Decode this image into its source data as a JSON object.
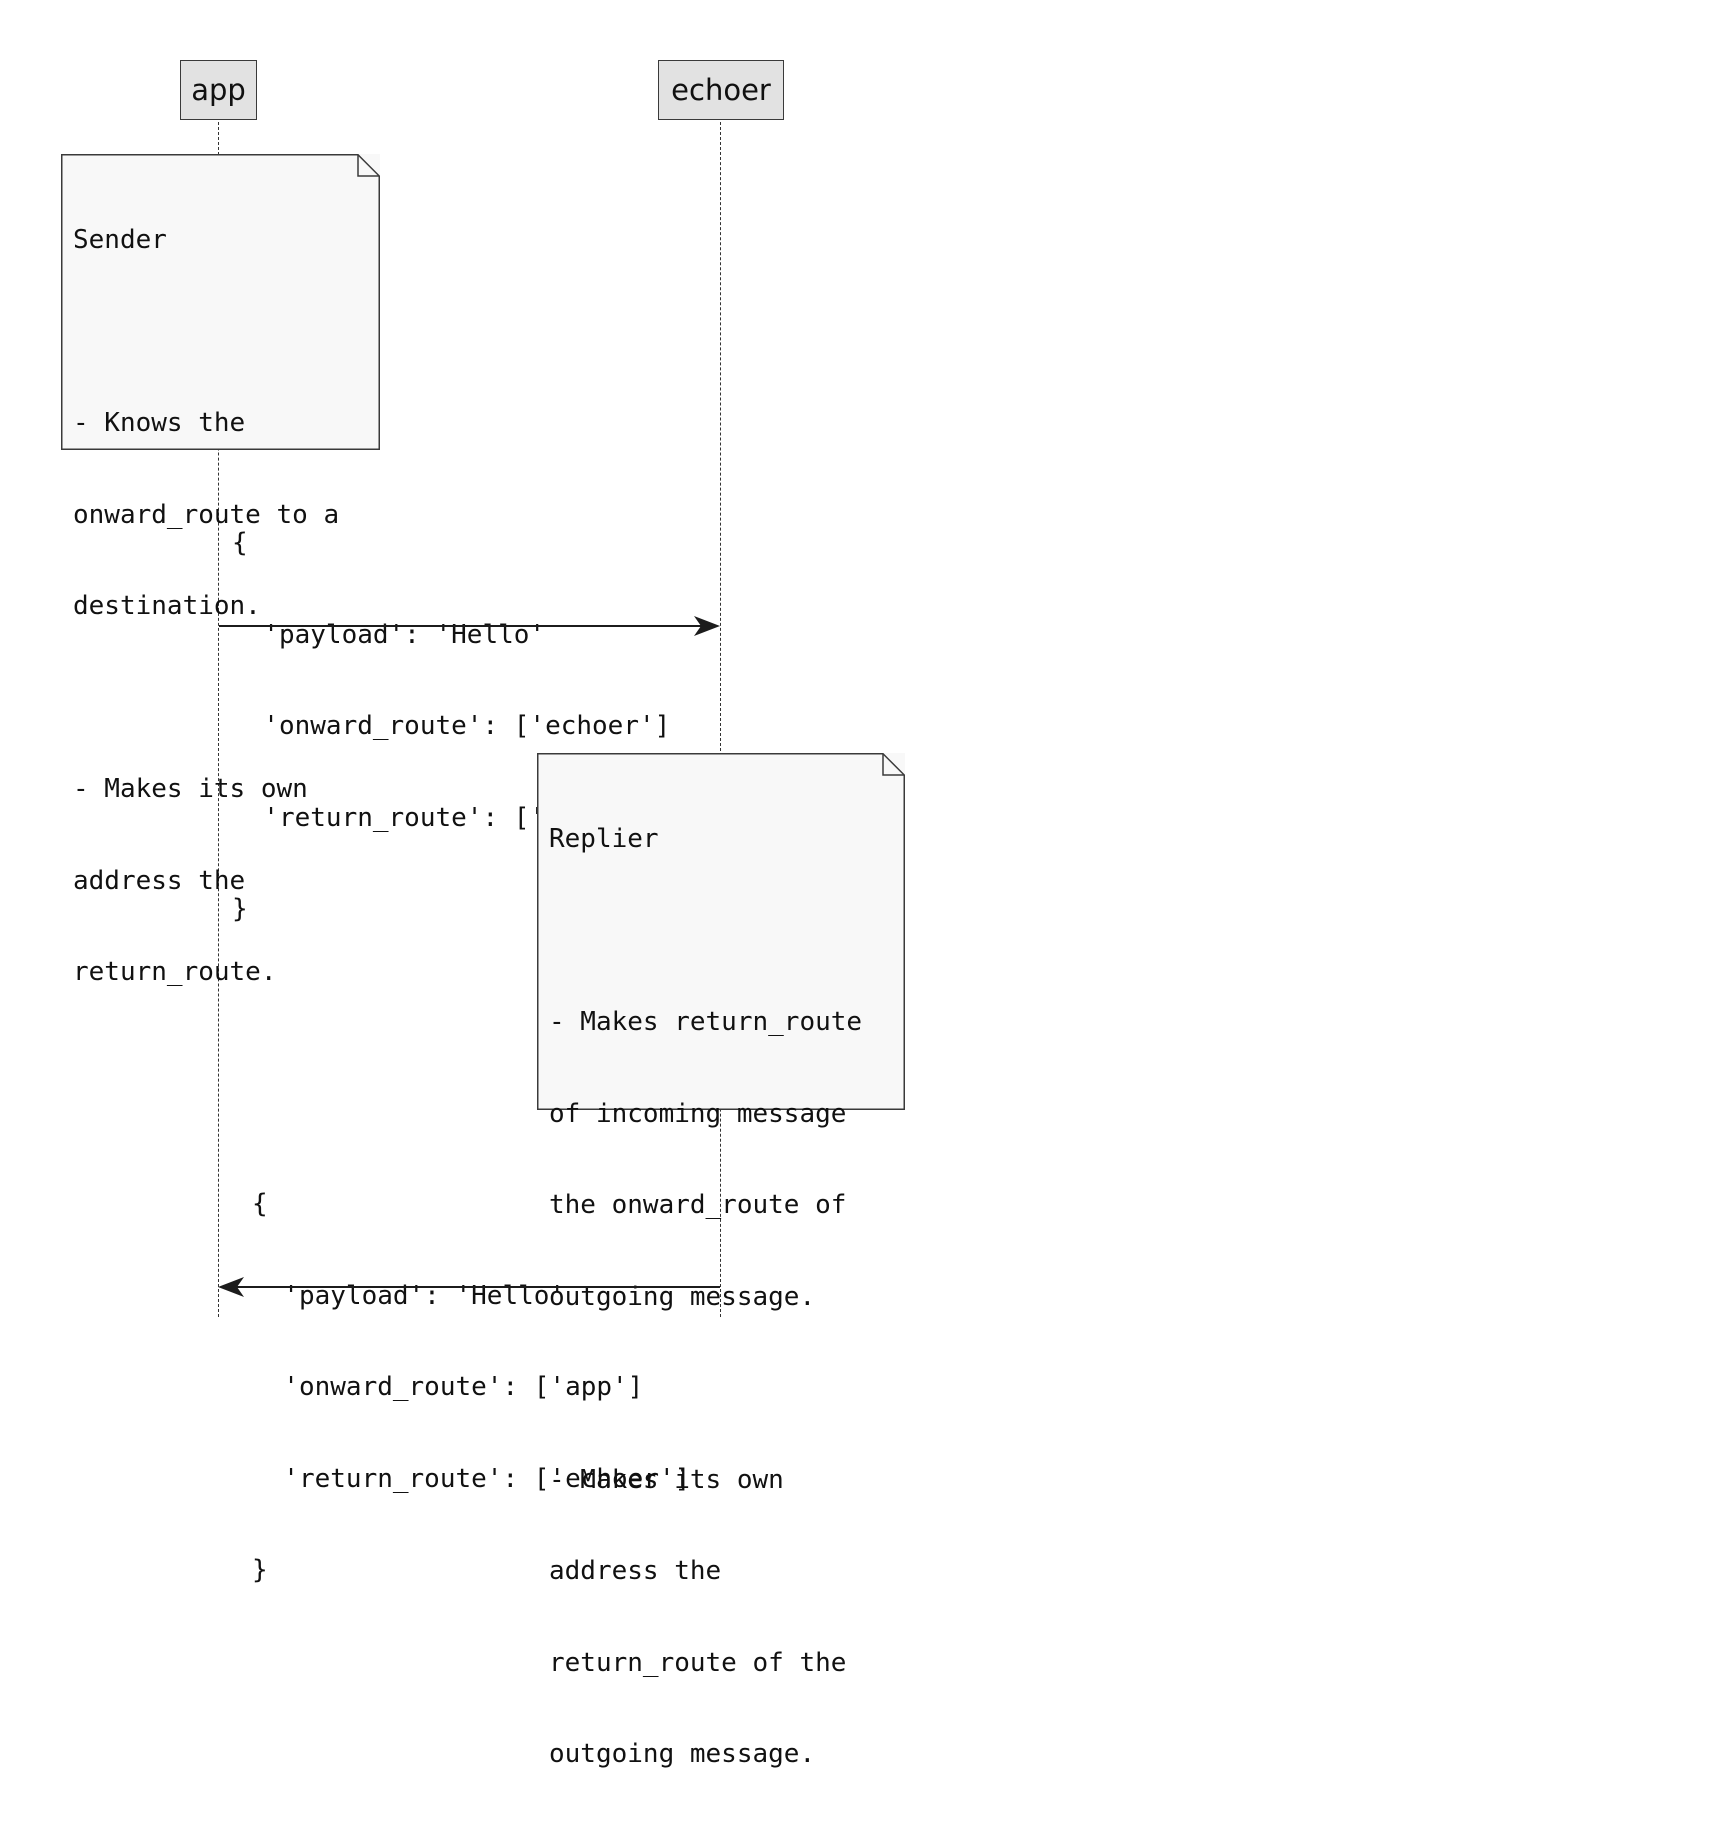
{
  "participants": {
    "app": "app",
    "echoer": "echoer"
  },
  "notes": {
    "sender": [
      "Sender",
      "",
      "- Knows the",
      "onward_route to a",
      "destination.",
      "",
      "- Makes its own",
      "address the",
      "return_route."
    ],
    "replier": [
      "Replier",
      "",
      "- Makes return_route",
      "of incoming message",
      "the onward_route of",
      "outgoing message.",
      "",
      "- Makes its own",
      "address the",
      "return_route of the",
      "outgoing message."
    ]
  },
  "messages": {
    "request": [
      "{",
      "  'payload': 'Hello'",
      "  'onward_route': ['echoer']",
      "  'return_route': ['app']",
      "}"
    ],
    "reply": [
      "{",
      "  'payload': 'Hello'",
      "  'onward_route': ['app']",
      "  'return_route': ['echoer']",
      "}"
    ]
  }
}
